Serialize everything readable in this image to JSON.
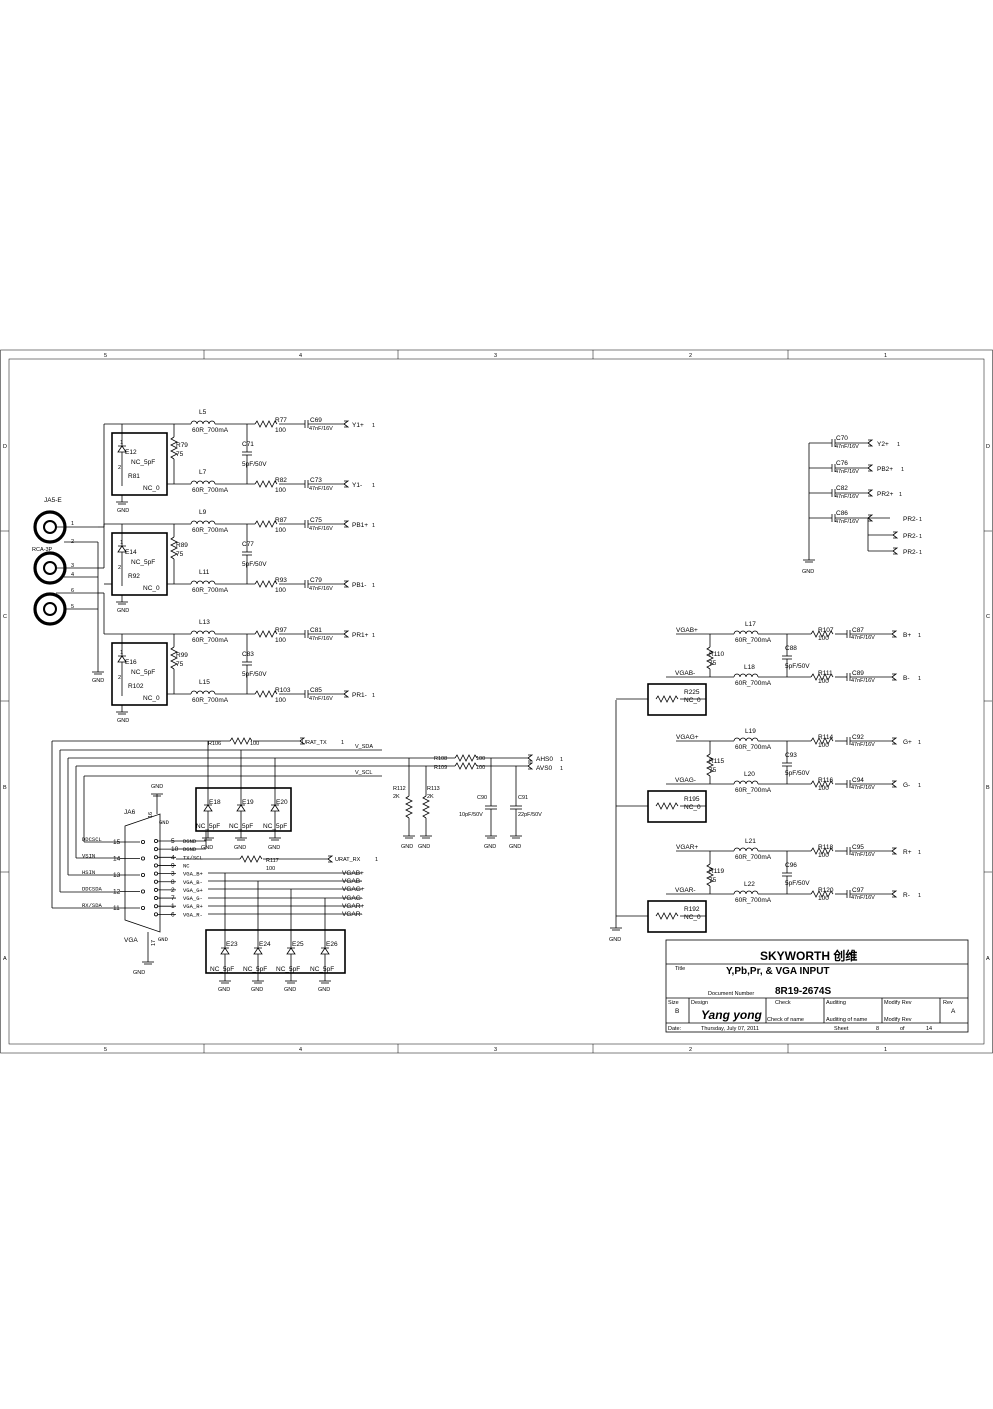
{
  "frame": {
    "col_labels": [
      "5",
      "4",
      "3",
      "2",
      "1"
    ],
    "row_labels": [
      "D",
      "C",
      "B",
      "A"
    ]
  },
  "title_block": {
    "brand": "SKYWORTH 创维",
    "title_label": "Title",
    "title": "Y,Pb,Pr, & VGA INPUT",
    "docnum_label": "Document Number",
    "docnum": "8R19-2674S",
    "size_label": "Size",
    "size": "B",
    "design_label": "Design",
    "designer": "Yang yong",
    "check_label": "Check",
    "check_value": "Check  of  name",
    "auditing_label": "Auditing",
    "auditing_value": "Auditing of name",
    "modify_label": "Modify Rev",
    "modify_value": "Modify Rev",
    "rev_label": "Rev",
    "rev": "A",
    "date_label": "Date:",
    "date": "Thursday, July 07, 2011",
    "sheet_label": "Sheet",
    "sheet": "8",
    "of_label": "of",
    "of": "14"
  },
  "ypbpr": {
    "connector_ref": "JA5-E",
    "connector_type": "RCA-3P",
    "pins": [
      "1",
      "2",
      "3",
      "4",
      "6",
      "5"
    ],
    "gnd": "GND",
    "channels": [
      {
        "esd": "E12",
        "esd_val": "NC_5pF",
        "rt": "R79",
        "rt_val": "75",
        "rb": "R81",
        "rb_val": "NC_0",
        "l1": "L5",
        "l2": "L7",
        "l_val": "60R_700mA",
        "cmid": "C71",
        "cmid_val": "5pF/50V",
        "r1": "R77",
        "r2": "R82",
        "r_val": "100",
        "c1": "C69",
        "c2": "C73",
        "c_val": "47nF/16V",
        "out1": "Y1+",
        "out2": "Y1-",
        "pin": "1",
        "e_pin1": "1",
        "e_pin2": "2"
      },
      {
        "esd": "E14",
        "esd_val": "NC_5pF",
        "rt": "R89",
        "rt_val": "75",
        "rb": "R92",
        "rb_val": "NC_0",
        "l1": "L9",
        "l2": "L11",
        "l_val": "60R_700mA",
        "cmid": "C77",
        "cmid_val": "5pF/50V",
        "r1": "R87",
        "r2": "R93",
        "r_val": "100",
        "c1": "C75",
        "c2": "C79",
        "c_val": "47nF/16V",
        "out1": "PB1+",
        "out2": "PB1-",
        "pin": "1",
        "e_pin1": "1",
        "e_pin2": "2"
      },
      {
        "esd": "E16",
        "esd_val": "NC_5pF",
        "rt": "R99",
        "rt_val": "75",
        "rb": "R102",
        "rb_val": "NC_0",
        "l1": "L13",
        "l2": "L15",
        "l_val": "60R_700mA",
        "cmid": "C83",
        "cmid_val": "5pF/50V",
        "r1": "R97",
        "r2": "R103",
        "r_val": "100",
        "c1": "C81",
        "c2": "C85",
        "c_val": "47nF/16V",
        "out1": "PR1+",
        "out2": "PR1-",
        "pin": "1",
        "e_pin1": "1",
        "e_pin2": "2"
      }
    ]
  },
  "second_caps": {
    "items": [
      {
        "ref": "C70",
        "val": "47nF/16V",
        "net": "Y2+",
        "pin": "1"
      },
      {
        "ref": "C76",
        "val": "47nF/16V",
        "net": "PB2+",
        "pin": "1"
      },
      {
        "ref": "C82",
        "val": "47nF/16V",
        "net": "PR2+",
        "pin": "1"
      },
      {
        "ref": "C86",
        "val": "47nF/16V",
        "net": "PR2-",
        "pin": "1"
      }
    ],
    "extra_nets": [
      {
        "net": "PR2-",
        "pin": "1"
      },
      {
        "net": "PR2-",
        "pin": "1"
      }
    ],
    "gnd": "GND"
  },
  "vga_right": {
    "groups": [
      {
        "in_p": "VGAB+",
        "in_n": "VGAB-",
        "l1": "L17",
        "l2": "L18",
        "l_val": "60R_700mA",
        "rt": "R110",
        "rt_val": "75",
        "cmid": "C88",
        "cmid_val": "5pF/50V",
        "r1": "R107",
        "r2": "R111",
        "r_val": "100",
        "c1": "C87",
        "c2": "C89",
        "c_val": "47nF/16V",
        "out1": "B+",
        "out2": "B-",
        "rb": "R225",
        "rb_val": "NC_0",
        "pin": "1"
      },
      {
        "in_p": "VGAG+",
        "in_n": "VGAG-",
        "l1": "L19",
        "l2": "L20",
        "l_val": "60R_700mA",
        "rt": "R115",
        "rt_val": "75",
        "cmid": "C93",
        "cmid_val": "5pF/50V",
        "r1": "R114",
        "r2": "R116",
        "r_val": "100",
        "c1": "C92",
        "c2": "C94",
        "c_val": "47nF/16V",
        "out1": "G+",
        "out2": "G-",
        "rb": "R195",
        "rb_val": "NC_0",
        "pin": "1"
      },
      {
        "in_p": "VGAR+",
        "in_n": "VGAR-",
        "l1": "L21",
        "l2": "L22",
        "l_val": "60R_700mA",
        "rt": "R119",
        "rt_val": "75",
        "cmid": "C96",
        "cmid_val": "5pF/50V",
        "r1": "R118",
        "r2": "R120",
        "r_val": "100",
        "c1": "C95",
        "c2": "C97",
        "c_val": "47nF/16V",
        "out1": "R+",
        "out2": "R-",
        "rb": "R192",
        "rb_val": "NC_0",
        "pin": "1"
      }
    ],
    "gnd": "GND"
  },
  "vga_conn": {
    "ref": "JA6",
    "name": "VGA",
    "gnd": "GND",
    "p16": "16",
    "p17": "17",
    "left_pins": [
      {
        "num": "15",
        "sig": "DDCSCL"
      },
      {
        "num": "14",
        "sig": "VSIN"
      },
      {
        "num": "13",
        "sig": "HSIN"
      },
      {
        "num": "12",
        "sig": "DDCSDA"
      },
      {
        "num": "11",
        "sig": "RX/SDA"
      }
    ],
    "right_pins": [
      {
        "num": "5",
        "sig": "DGND"
      },
      {
        "num": "10",
        "sig": "DGND"
      },
      {
        "num": "4",
        "sig": "TX/SCL"
      },
      {
        "num": "9",
        "sig": "NC"
      },
      {
        "num": "3",
        "sig": "VGA_B+"
      },
      {
        "num": "8",
        "sig": "VGA_B-"
      },
      {
        "num": "2",
        "sig": "VGA_G+"
      },
      {
        "num": "7",
        "sig": "VGA_G-"
      },
      {
        "num": "1",
        "sig": "VGA_R+"
      },
      {
        "num": "6",
        "sig": "VGA_R-"
      }
    ],
    "out_nets": [
      "VGAB+",
      "VGAB-",
      "VGAG+",
      "VGAG-",
      "VGAR+",
      "VGAR-"
    ],
    "r106": "R106",
    "r106_val": "100",
    "urat_tx": "URAT_TX",
    "urat_tx_pin": "1",
    "v_sda": "V_SDA",
    "v_scl": "V_SCL",
    "r108": "R108",
    "r108_val": "100",
    "r109": "R109",
    "r109_val": "100",
    "ahs": "AHS0",
    "avs": "AVS0",
    "ahs_pin": "1",
    "avs_pin": "1",
    "r112": "R112",
    "r112_val": "2K",
    "r113": "R113",
    "r113_val": "2K",
    "c90": "C90",
    "c90_val": "10pF/50V",
    "c91": "C91",
    "c91_val": "22pF/50V",
    "r117": "R117",
    "r117_val": "100",
    "urat_rx": "URAT_RX",
    "urat_rx_pin": "1",
    "esd_top": [
      {
        "ref": "E18",
        "val": "NC_5pF"
      },
      {
        "ref": "E19",
        "val": "NC_5pF"
      },
      {
        "ref": "E20",
        "val": "NC_5pF"
      }
    ],
    "esd_bottom": [
      {
        "ref": "E23",
        "val": "NC_5pF"
      },
      {
        "ref": "E24",
        "val": "NC_5pF"
      },
      {
        "ref": "E25",
        "val": "NC_5pF"
      },
      {
        "ref": "E26",
        "val": "NC_5pF"
      }
    ]
  }
}
